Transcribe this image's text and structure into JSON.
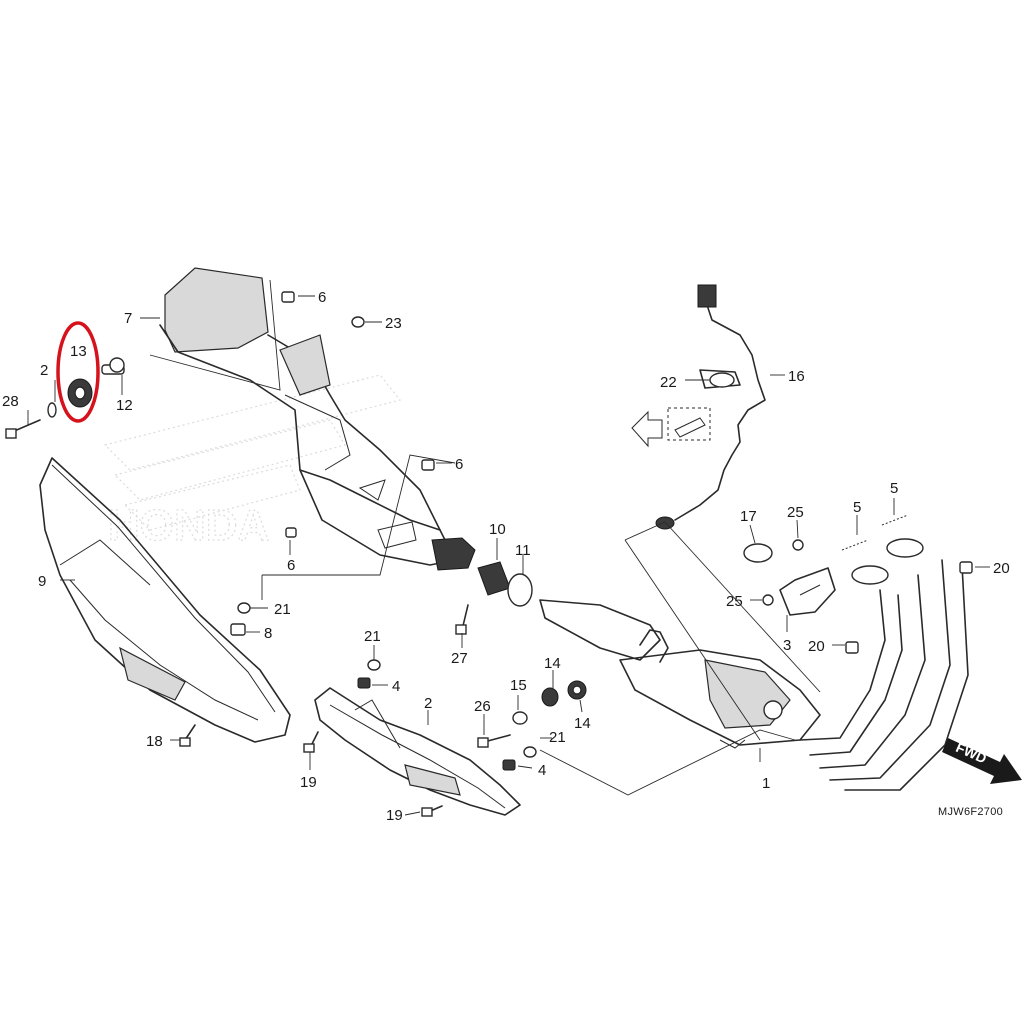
{
  "diagram": {
    "part_labels": {
      "p1": "1",
      "p2_left": "2",
      "p2_right": "2",
      "p3": "3",
      "p4_upper": "4",
      "p4_lower": "4",
      "p5_left": "5",
      "p5_right": "5",
      "p6_top": "6",
      "p6_mid": "6",
      "p6_low": "6",
      "p7": "7",
      "p8": "8",
      "p9": "9",
      "p10": "10",
      "p11": "11",
      "p12": "12",
      "p13": "13",
      "p14_left": "14",
      "p14_right": "14",
      "p15": "15",
      "p16": "16",
      "p17": "17",
      "p18": "18",
      "p19_left": "19",
      "p19_low": "19",
      "p20_right": "20",
      "p20_low": "20",
      "p21_left": "21",
      "p21_mid": "21",
      "p21_low": "21",
      "p22": "22",
      "p23": "23",
      "p25_top": "25",
      "p25_low": "25",
      "p26": "26",
      "p27": "27",
      "p28": "28"
    },
    "fwd_label": "FWD",
    "figure_code": "MJW6F2700",
    "watermark_text": "HONDA",
    "highlight_color": "#d6121c"
  }
}
